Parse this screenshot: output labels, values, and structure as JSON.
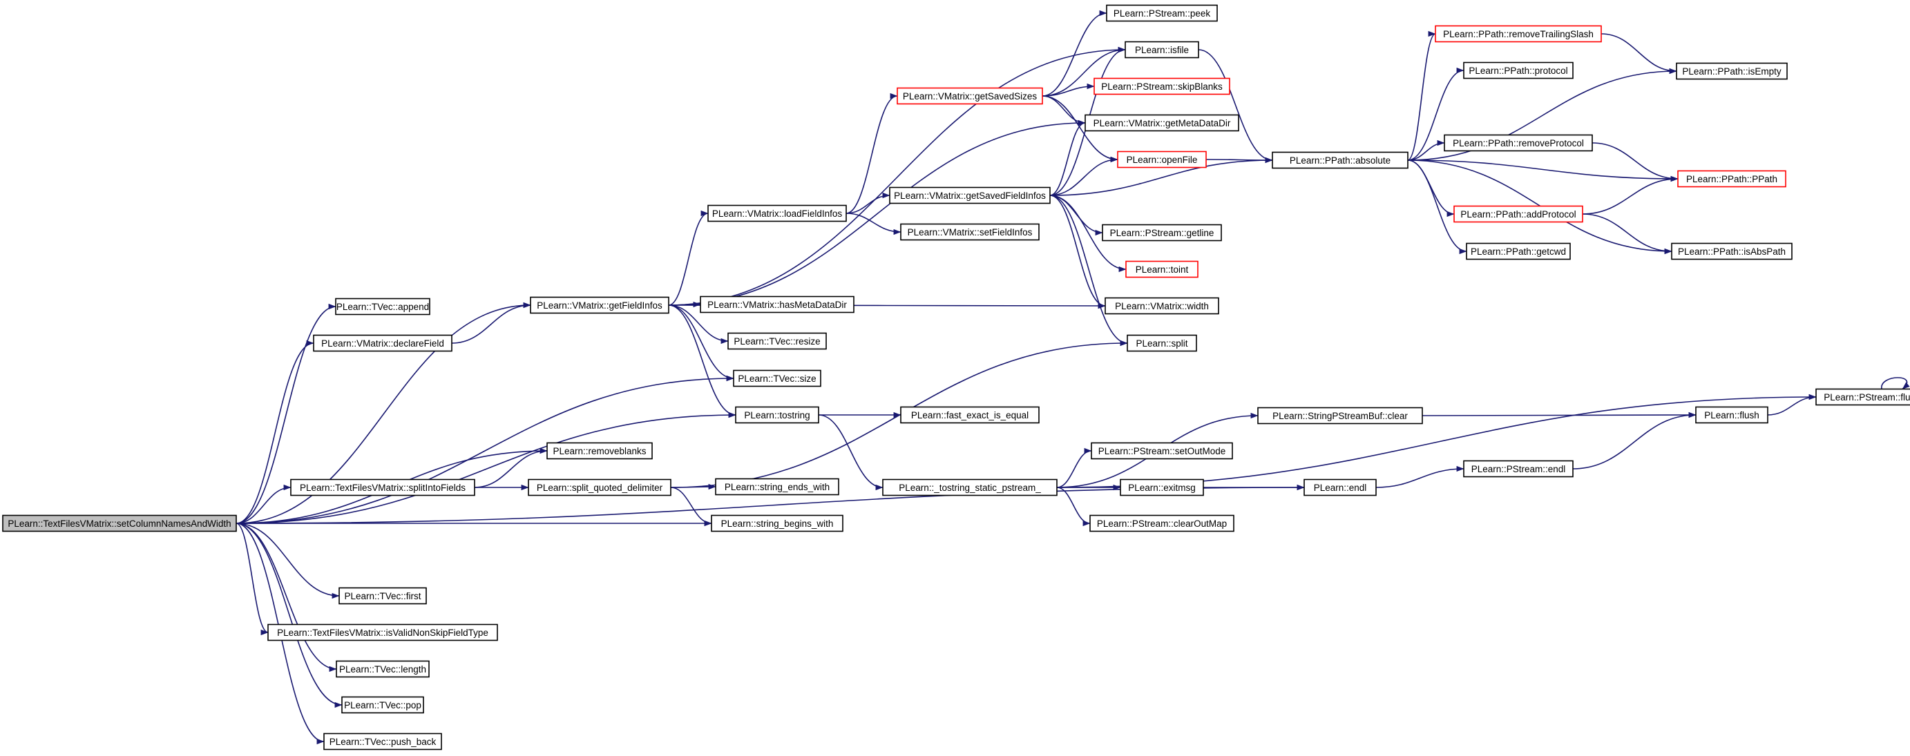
{
  "colors": {
    "edge": "#191970",
    "node_border": "#000000",
    "truncated_border": "#ff0000",
    "root_fill": "#bfbfbf"
  },
  "nodes": [
    {
      "id": "root",
      "label": "PLearn::TextFilesVMatrix::setColumnNamesAndWidth",
      "style": "root"
    },
    {
      "id": "tvec_append",
      "label": "PLearn::TVec::append"
    },
    {
      "id": "vm_declareField",
      "label": "PLearn::VMatrix::declareField"
    },
    {
      "id": "vm_getFieldInfos",
      "label": "PLearn::VMatrix::getFieldInfos"
    },
    {
      "id": "vm_loadFieldInfos",
      "label": "PLearn::VMatrix::loadFieldInfos"
    },
    {
      "id": "vm_getSavedSizes",
      "label": "PLearn::VMatrix::getSavedSizes",
      "style": "red"
    },
    {
      "id": "ps_peek",
      "label": "PLearn::PStream::peek"
    },
    {
      "id": "isfile",
      "label": "PLearn::isfile"
    },
    {
      "id": "ps_skipBlanks",
      "label": "PLearn::PStream::skipBlanks",
      "style": "red"
    },
    {
      "id": "vm_getMetaDataDir",
      "label": "PLearn::VMatrix::getMetaDataDir"
    },
    {
      "id": "openFile",
      "label": "PLearn::openFile",
      "style": "red"
    },
    {
      "id": "vm_getSavedFieldInfos",
      "label": "PLearn::VMatrix::getSavedFieldInfos"
    },
    {
      "id": "vm_setFieldInfos",
      "label": "PLearn::VMatrix::setFieldInfos"
    },
    {
      "id": "ps_getline",
      "label": "PLearn::PStream::getline"
    },
    {
      "id": "toint",
      "label": "PLearn::toint",
      "style": "red"
    },
    {
      "id": "vm_hasMetaDataDir",
      "label": "PLearn::VMatrix::hasMetaDataDir"
    },
    {
      "id": "vm_width",
      "label": "PLearn::VMatrix::width"
    },
    {
      "id": "tvec_resize",
      "label": "PLearn::TVec::resize"
    },
    {
      "id": "split",
      "label": "PLearn::split"
    },
    {
      "id": "tvec_size",
      "label": "PLearn::TVec::size"
    },
    {
      "id": "tostring",
      "label": "PLearn::tostring"
    },
    {
      "id": "fast_exact_is_equal",
      "label": "PLearn::fast_exact_is_equal"
    },
    {
      "id": "removeblanks",
      "label": "PLearn::removeblanks"
    },
    {
      "id": "tfvm_splitIntoFields",
      "label": "PLearn::TextFilesVMatrix::splitIntoFields"
    },
    {
      "id": "split_quoted_delimiter",
      "label": "PLearn::split_quoted_delimiter"
    },
    {
      "id": "string_ends_with",
      "label": "PLearn::string_ends_with"
    },
    {
      "id": "string_begins_with",
      "label": "PLearn::string_begins_with"
    },
    {
      "id": "tostring_static_pstream",
      "label": "PLearn::_tostring_static_pstream_"
    },
    {
      "id": "ps_setOutMode",
      "label": "PLearn::PStream::setOutMode"
    },
    {
      "id": "exitmsg",
      "label": "PLearn::exitmsg"
    },
    {
      "id": "ps_clearOutMap",
      "label": "PLearn::PStream::clearOutMap"
    },
    {
      "id": "spsb_clear",
      "label": "PLearn::StringPStreamBuf::clear"
    },
    {
      "id": "endl",
      "label": "PLearn::endl"
    },
    {
      "id": "ps_endl",
      "label": "PLearn::PStream::endl"
    },
    {
      "id": "flush",
      "label": "PLearn::flush"
    },
    {
      "id": "ps_flush",
      "label": "PLearn::PStream::flush"
    },
    {
      "id": "pp_absolute",
      "label": "PLearn::PPath::absolute"
    },
    {
      "id": "pp_removeTrailingSlash",
      "label": "PLearn::PPath::removeTrailingSlash",
      "style": "red"
    },
    {
      "id": "pp_protocol",
      "label": "PLearn::PPath::protocol"
    },
    {
      "id": "pp_isEmpty",
      "label": "PLearn::PPath::isEmpty"
    },
    {
      "id": "pp_removeProtocol",
      "label": "PLearn::PPath::removeProtocol"
    },
    {
      "id": "pp_PPath",
      "label": "PLearn::PPath::PPath",
      "style": "red"
    },
    {
      "id": "pp_addProtocol",
      "label": "PLearn::PPath::addProtocol",
      "style": "red"
    },
    {
      "id": "pp_getcwd",
      "label": "PLearn::PPath::getcwd"
    },
    {
      "id": "pp_isAbsPath",
      "label": "PLearn::PPath::isAbsPath"
    },
    {
      "id": "tvec_first",
      "label": "PLearn::TVec::first"
    },
    {
      "id": "tfvm_isValidNonSkipFieldType",
      "label": "PLearn::TextFilesVMatrix::isValidNonSkipFieldType"
    },
    {
      "id": "tvec_length",
      "label": "PLearn::TVec::length"
    },
    {
      "id": "tvec_pop",
      "label": "PLearn::TVec::pop"
    },
    {
      "id": "tvec_push_back",
      "label": "PLearn::TVec::push_back"
    }
  ],
  "edges": [
    [
      "root",
      "tvec_append"
    ],
    [
      "root",
      "vm_declareField"
    ],
    [
      "root",
      "vm_getFieldInfos"
    ],
    [
      "root",
      "tvec_size"
    ],
    [
      "root",
      "tostring"
    ],
    [
      "root",
      "removeblanks"
    ],
    [
      "root",
      "tfvm_splitIntoFields"
    ],
    [
      "root",
      "string_begins_with"
    ],
    [
      "root",
      "endl"
    ],
    [
      "root",
      "tvec_first"
    ],
    [
      "root",
      "tfvm_isValidNonSkipFieldType"
    ],
    [
      "root",
      "tvec_length"
    ],
    [
      "root",
      "tvec_pop"
    ],
    [
      "root",
      "tvec_push_back"
    ],
    [
      "vm_declareField",
      "vm_getFieldInfos"
    ],
    [
      "vm_getFieldInfos",
      "isfile"
    ],
    [
      "vm_getFieldInfos",
      "vm_getMetaDataDir"
    ],
    [
      "vm_getFieldInfos",
      "vm_loadFieldInfos"
    ],
    [
      "vm_getFieldInfos",
      "vm_hasMetaDataDir"
    ],
    [
      "vm_getFieldInfos",
      "vm_width"
    ],
    [
      "vm_getFieldInfos",
      "tvec_resize"
    ],
    [
      "vm_getFieldInfos",
      "tvec_size"
    ],
    [
      "vm_getFieldInfos",
      "tostring"
    ],
    [
      "vm_loadFieldInfos",
      "vm_getSavedSizes"
    ],
    [
      "vm_loadFieldInfos",
      "vm_getSavedFieldInfos"
    ],
    [
      "vm_loadFieldInfos",
      "vm_setFieldInfos"
    ],
    [
      "vm_getSavedSizes",
      "ps_peek"
    ],
    [
      "vm_getSavedSizes",
      "isfile"
    ],
    [
      "vm_getSavedSizes",
      "ps_skipBlanks"
    ],
    [
      "vm_getSavedSizes",
      "vm_getMetaDataDir"
    ],
    [
      "vm_getSavedSizes",
      "openFile"
    ],
    [
      "vm_getSavedFieldInfos",
      "isfile"
    ],
    [
      "vm_getSavedFieldInfos",
      "vm_getMetaDataDir"
    ],
    [
      "vm_getSavedFieldInfos",
      "openFile"
    ],
    [
      "vm_getSavedFieldInfos",
      "pp_absolute"
    ],
    [
      "vm_getSavedFieldInfos",
      "ps_getline"
    ],
    [
      "vm_getSavedFieldInfos",
      "toint"
    ],
    [
      "vm_getSavedFieldInfos",
      "vm_width"
    ],
    [
      "vm_getSavedFieldInfos",
      "split"
    ],
    [
      "isfile",
      "pp_absolute"
    ],
    [
      "openFile",
      "pp_absolute"
    ],
    [
      "pp_absolute",
      "pp_removeTrailingSlash"
    ],
    [
      "pp_absolute",
      "pp_protocol"
    ],
    [
      "pp_absolute",
      "pp_isEmpty"
    ],
    [
      "pp_absolute",
      "pp_removeProtocol"
    ],
    [
      "pp_absolute",
      "pp_PPath"
    ],
    [
      "pp_absolute",
      "pp_addProtocol"
    ],
    [
      "pp_absolute",
      "pp_getcwd"
    ],
    [
      "pp_absolute",
      "pp_isAbsPath"
    ],
    [
      "pp_removeTrailingSlash",
      "pp_isEmpty"
    ],
    [
      "pp_removeProtocol",
      "pp_PPath"
    ],
    [
      "pp_addProtocol",
      "pp_PPath"
    ],
    [
      "pp_addProtocol",
      "pp_isAbsPath"
    ],
    [
      "tostring",
      "fast_exact_is_equal"
    ],
    [
      "tostring",
      "tostring_static_pstream"
    ],
    [
      "tfvm_splitIntoFields",
      "removeblanks"
    ],
    [
      "tfvm_splitIntoFields",
      "split_quoted_delimiter"
    ],
    [
      "split_quoted_delimiter",
      "split"
    ],
    [
      "split_quoted_delimiter",
      "string_ends_with"
    ],
    [
      "split_quoted_delimiter",
      "string_begins_with"
    ],
    [
      "tostring_static_pstream",
      "ps_flush"
    ],
    [
      "tostring_static_pstream",
      "spsb_clear"
    ],
    [
      "tostring_static_pstream",
      "ps_setOutMode"
    ],
    [
      "tostring_static_pstream",
      "exitmsg"
    ],
    [
      "tostring_static_pstream",
      "ps_clearOutMap"
    ],
    [
      "exitmsg",
      "endl"
    ],
    [
      "spsb_clear",
      "flush"
    ],
    [
      "endl",
      "ps_endl"
    ],
    [
      "ps_endl",
      "flush"
    ],
    [
      "flush",
      "ps_flush"
    ],
    [
      "ps_flush",
      "ps_flush"
    ]
  ]
}
